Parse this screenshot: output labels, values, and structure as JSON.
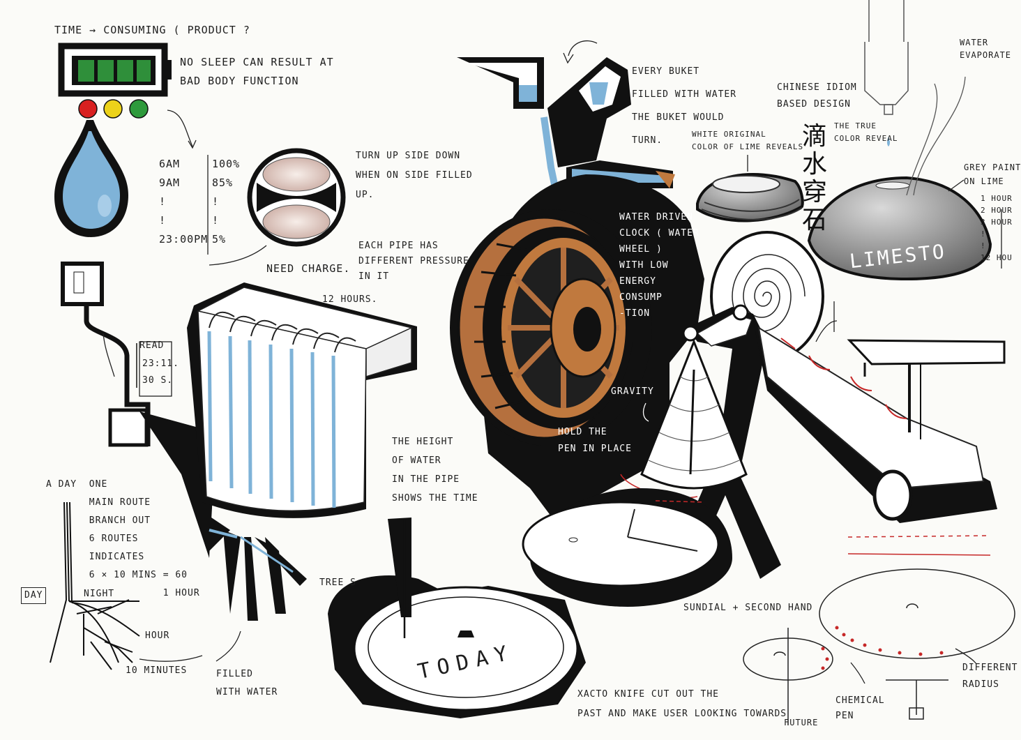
{
  "notes": {
    "time_consuming": "TIME → CONSUMING ( PRODUCT ?",
    "no_sleep": "NO SLEEP CAN RESULT AT\nBAD BODY FUNCTION",
    "times": "6AM\n9AM\n!\n!\n23:00PM",
    "percents": "100%\n85%\n!\n!\n5%",
    "need_charge": "NEED CHARGE.",
    "turn_up": "TURN UP SIDE DOWN\nWHEN ON SIDE FILLED\nUP.",
    "each_pipe": "EACH PIPE HAS\nDIFFERENT PRESSURE\nIN IT",
    "twelve_hours": "12 HOURS.",
    "read": "READ",
    "read_time": "23:11.\n30 S.",
    "a_day": "A DAY  ONE\n       MAIN ROUTE\n       BRANCH OUT\n       6 ROUTES\n       INDICATES\n       6 × 10 MINS = 60\n                   1 HOUR",
    "day_label": "DAY",
    "night": "NIGHT",
    "hour": "HOUR",
    "ten_minutes": "10 MINUTES",
    "filled_water": "FILLED\nWITH WATER",
    "height_water": "THE HEIGHT\nOF WATER\nIN THE PIPE\nSHOWS THE TIME",
    "tree": "TREE S",
    "every_bucket": "EVERY BUKET\nFILLED WITH WATER\nTHE BUKET WOULD\nTURN.",
    "water_driven": "WATER DRIVEN\nCLOCK ( WATER\nWHEEL )\nWITH LOW\nENERGY\nCONSUMP\n-TION",
    "gravity": "GRAVITY",
    "hold_pen": "HOLD THE\nPEN IN PLACE",
    "today": "TODAY",
    "chinese_idiom": "CHINESE IDIOM\nBASED DESIGN",
    "idiom_chars": "滴水穿石",
    "white_original": "WHITE ORIGINAL\nCOLOR OF LIME REVEALS",
    "true_color": "THE TRUE\nCOLOR REVEAL",
    "water_evaporate": "WATER\nEVAPORATE",
    "grey_paint": "GREY PAINT\nON LIME",
    "hour_scale": "1 HOUR\n2 HOUR\n3 HOUR\n!\n!\n12 HOU",
    "limestone": "LIMESTO",
    "sundial": "SUNDIAL + SECOND HAND",
    "xacto": "XACTO KNIFE CUT OUT THE\nPAST AND MAKE USER LOOKING TOWARDS",
    "future": "FUTURE",
    "chemical_pen": "CHEMICAL\nPEN",
    "different_radius": "DIFFERENT\nRADIUS"
  },
  "colors": {
    "ink": "#1b1b1b",
    "water_blue": "#7fb3d8",
    "wood": "#b5703e",
    "battery_green": "#2f8f3a",
    "light_red": "#d82020",
    "light_yellow": "#ecd21a",
    "light_green": "#2e9a3c",
    "stone_grey": "#8e8e8e"
  }
}
